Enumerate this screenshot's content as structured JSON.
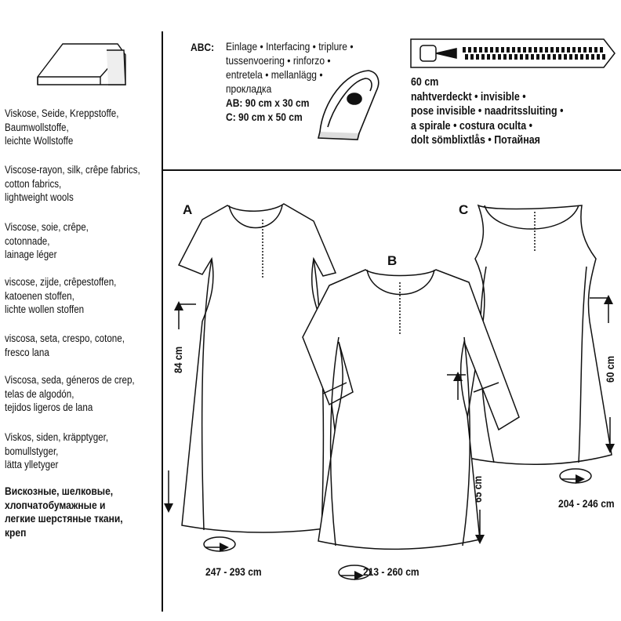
{
  "fabrics": [
    {
      "lang": "de",
      "lines": [
        "Viskose, Seide, Kreppstoffe,",
        "Baumwollstoffe,",
        "leichte Wollstoffe"
      ]
    },
    {
      "lang": "en",
      "lines": [
        "Viscose-rayon, silk, crêpe fabrics,",
        "cotton fabrics,",
        "lightweight wools"
      ]
    },
    {
      "lang": "fr",
      "lines": [
        "Viscose, soie, crêpe,",
        "cotonnade,",
        "lainage léger"
      ]
    },
    {
      "lang": "nl",
      "lines": [
        "viscose, zijde, crêpestoffen,",
        "katoenen stoffen,",
        "lichte wollen stoffen"
      ]
    },
    {
      "lang": "it",
      "lines": [
        "viscosa, seta, crespo, cotone,",
        "fresco lana"
      ]
    },
    {
      "lang": "es",
      "lines": [
        "Viscosa, seda, géneros de crep,",
        "telas de algodón,",
        "tejidos ligeros de lana"
      ]
    },
    {
      "lang": "sv",
      "lines": [
        "Viskos, siden, kräpptyger,",
        "bomullstyger,",
        "lätta ylletyger"
      ]
    },
    {
      "lang": "ru",
      "lines": [
        "Вискозные, шелковые,",
        "хлопчатобумажные и",
        "легкие шерстяные ткани,",
        "креп"
      ]
    }
  ],
  "interfacing": {
    "label": "ABC:",
    "lines": [
      "Einlage • Interfacing • triplure •",
      "tussenvoering • rinforzo •",
      "entretela • mellanlägg •",
      "прокладка"
    ],
    "sizes": [
      "AB: 90 cm x 30 cm",
      "C: 90 cm x 50 cm"
    ]
  },
  "zipper": {
    "lines": [
      "60 cm",
      "nahtverdeckt • invisible •",
      "pose invisible • naadritssluiting •",
      "a spirale • costura oculta •",
      "dolt sömblixtlås • Потайная"
    ]
  },
  "views": {
    "A": {
      "letter": "A",
      "length": "84 cm",
      "hem": "247 - 293 cm"
    },
    "B": {
      "letter": "B",
      "length": "65 cm",
      "hem": "213 - 260 cm"
    },
    "C": {
      "letter": "C",
      "length": "60 cm",
      "hem": "204 - 246 cm"
    }
  },
  "icons": [
    "fabric-bolt-icon",
    "iron-icon",
    "zipper-icon",
    "hem-circumference-icon",
    "length-arrow-icon"
  ]
}
